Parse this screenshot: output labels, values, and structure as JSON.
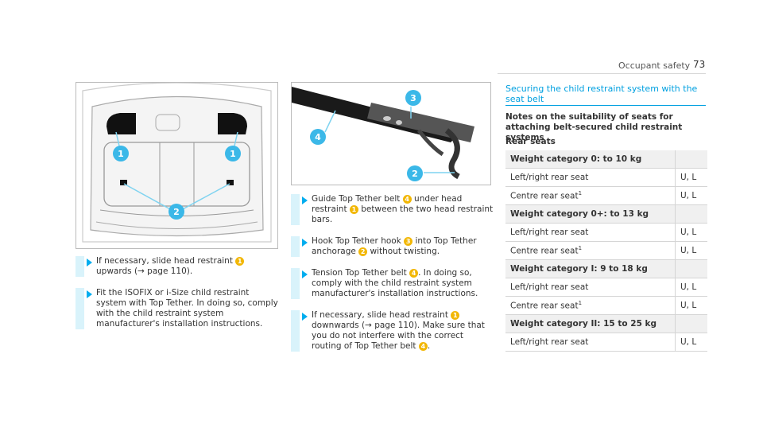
{
  "header": {
    "section": "Occupant safety",
    "page": "73"
  },
  "left_steps": [
    {
      "before": "If necessary, slide head restraint ",
      "num": "1",
      "after": " upwards (→ page 110)."
    },
    {
      "before": "Fit the ISOFIX or i-Size child restraint system with Top Tether. In doing so, comply with the child restraint system manufacturer's installation instructions.",
      "num": "",
      "after": ""
    }
  ],
  "middle_steps": [
    {
      "before": "Guide Top Tether belt ",
      "num": "4",
      "mid": " under head restraint ",
      "num2": "1",
      "after": " between the two head restraint bars."
    },
    {
      "before": "Hook Top Tether hook ",
      "num": "3",
      "mid": " into Top Tether anchorage ",
      "num2": "2",
      "after": " without twisting."
    },
    {
      "before": "Tension Top Tether belt ",
      "num": "4",
      "mid": ". In doing so, comply with the child restraint system manufacturer's installation instructions.",
      "num2": "",
      "after": ""
    },
    {
      "before": "If necessary, slide head restraint ",
      "num": "1",
      "mid": " downwards (→ page 110). Make sure that you do not interfere with the correct routing of Top Tether belt ",
      "num2": "4",
      "after": "."
    }
  ],
  "figure1": {
    "callouts": [
      "1",
      "1",
      "2"
    ]
  },
  "figure2": {
    "callouts": [
      "3",
      "4",
      "2"
    ]
  },
  "right": {
    "section_title": "Securing the child restraint system with the seat belt",
    "notes_title": "Notes on the suitability of seats for attaching belt-secured child restraint systems",
    "rear_title": "Rear seats",
    "rows": [
      {
        "type": "cat",
        "label": "Weight category 0: to 10 kg",
        "value": ""
      },
      {
        "type": "row",
        "label": "Left/right rear seat",
        "sup": "",
        "value": "U, L"
      },
      {
        "type": "row",
        "label": "Centre rear seat",
        "sup": "1",
        "value": "U, L"
      },
      {
        "type": "cat",
        "label": "Weight category 0+: to 13 kg",
        "value": ""
      },
      {
        "type": "row",
        "label": "Left/right rear seat",
        "sup": "",
        "value": "U, L"
      },
      {
        "type": "row",
        "label": "Centre rear seat",
        "sup": "1",
        "value": "U, L"
      },
      {
        "type": "cat",
        "label": "Weight category I: 9 to 18 kg",
        "value": ""
      },
      {
        "type": "row",
        "label": "Left/right rear seat",
        "sup": "",
        "value": "U, L"
      },
      {
        "type": "row",
        "label": "Centre rear seat",
        "sup": "1",
        "value": "U, L"
      },
      {
        "type": "cat",
        "label": "Weight category II: 15 to 25 kg",
        "value": ""
      },
      {
        "type": "row",
        "label": "Left/right rear seat",
        "sup": "",
        "value": "U, L"
      }
    ]
  }
}
